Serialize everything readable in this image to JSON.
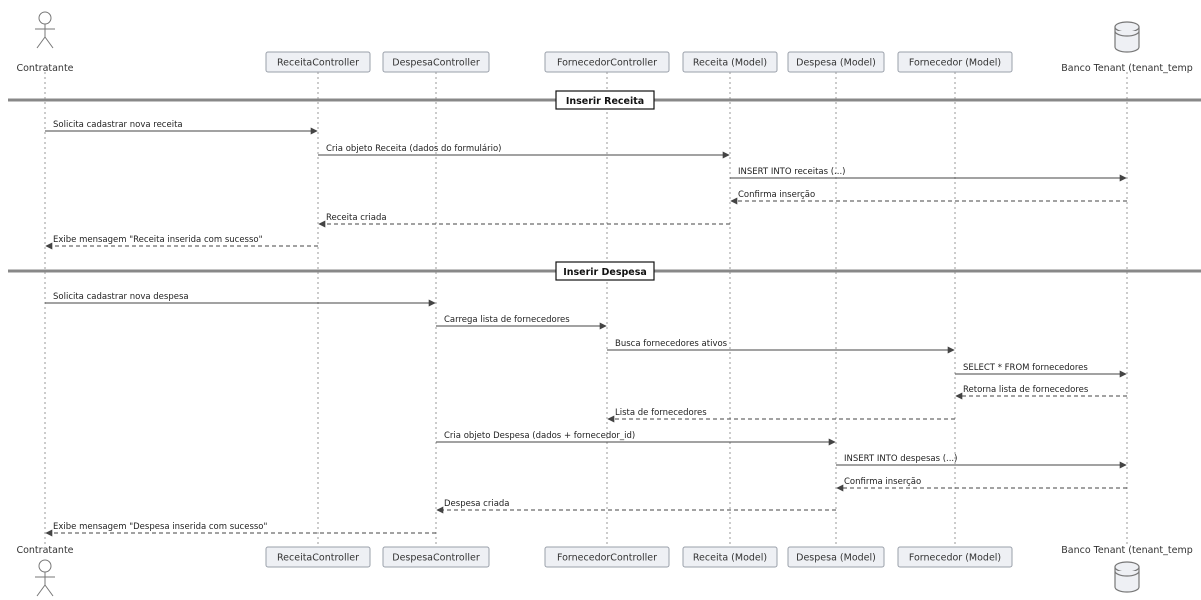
{
  "participants": [
    {
      "id": "contratante",
      "label": "Contratante",
      "kind": "actor"
    },
    {
      "id": "receita_ctrl",
      "label": "ReceitaController",
      "kind": "participant"
    },
    {
      "id": "despesa_ctrl",
      "label": "DespesaController",
      "kind": "participant"
    },
    {
      "id": "fornecedor_ctrl",
      "label": "FornecedorController",
      "kind": "participant"
    },
    {
      "id": "receita_model",
      "label": "Receita (Model)",
      "kind": "participant"
    },
    {
      "id": "despesa_model",
      "label": "Despesa (Model)",
      "kind": "participant"
    },
    {
      "id": "fornecedor_model",
      "label": "Fornecedor (Model)",
      "kind": "participant"
    },
    {
      "id": "banco",
      "label": "Banco Tenant (tenant_temp",
      "kind": "database"
    }
  ],
  "groups": [
    {
      "label": "Inserir Receita"
    },
    {
      "label": "Inserir Despesa"
    }
  ],
  "messages": [
    {
      "from": "contratante",
      "to": "receita_ctrl",
      "label": "Solicita cadastrar nova receita",
      "style": "solid"
    },
    {
      "from": "receita_ctrl",
      "to": "receita_model",
      "label": "Cria objeto Receita (dados do formulário)",
      "style": "solid"
    },
    {
      "from": "receita_model",
      "to": "banco",
      "label": "INSERT INTO receitas (...)",
      "style": "solid"
    },
    {
      "from": "banco",
      "to": "receita_model",
      "label": "Confirma inserção",
      "style": "dashed"
    },
    {
      "from": "receita_model",
      "to": "receita_ctrl",
      "label": "Receita criada",
      "style": "dashed"
    },
    {
      "from": "receita_ctrl",
      "to": "contratante",
      "label": "Exibe mensagem \"Receita inserida com sucesso\"",
      "style": "dashed"
    },
    {
      "from": "contratante",
      "to": "despesa_ctrl",
      "label": "Solicita cadastrar nova despesa",
      "style": "solid"
    },
    {
      "from": "despesa_ctrl",
      "to": "fornecedor_ctrl",
      "label": "Carrega lista de fornecedores",
      "style": "solid"
    },
    {
      "from": "fornecedor_ctrl",
      "to": "fornecedor_model",
      "label": "Busca fornecedores ativos",
      "style": "solid"
    },
    {
      "from": "fornecedor_model",
      "to": "banco",
      "label": "SELECT * FROM fornecedores",
      "style": "solid"
    },
    {
      "from": "banco",
      "to": "fornecedor_model",
      "label": "Retorna lista de fornecedores",
      "style": "dashed"
    },
    {
      "from": "fornecedor_model",
      "to": "fornecedor_ctrl",
      "label": "Lista de fornecedores",
      "style": "dashed"
    },
    {
      "from": "despesa_ctrl",
      "to": "despesa_model",
      "label": "Cria objeto Despesa (dados + fornecedor_id)",
      "style": "solid"
    },
    {
      "from": "despesa_model",
      "to": "banco",
      "label": "INSERT INTO despesas (...)",
      "style": "solid"
    },
    {
      "from": "banco",
      "to": "despesa_model",
      "label": "Confirma inserção",
      "style": "dashed"
    },
    {
      "from": "despesa_model",
      "to": "despesa_ctrl",
      "label": "Despesa criada",
      "style": "dashed"
    },
    {
      "from": "despesa_ctrl",
      "to": "contratante",
      "label": "Exibe mensagem \"Despesa inserida com sucesso\"",
      "style": "dashed"
    }
  ]
}
